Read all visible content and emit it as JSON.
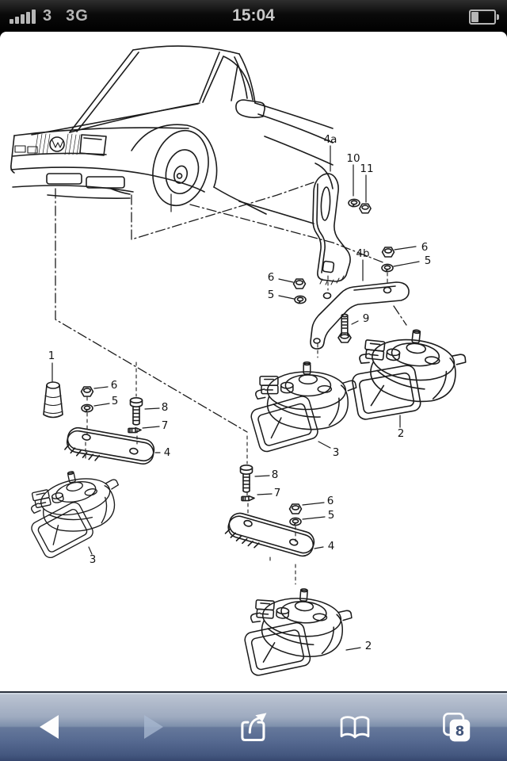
{
  "status_bar": {
    "carrier": "3",
    "network": "3G",
    "time": "15:04",
    "signal_icon": "signal-strength-5-bars",
    "battery_icon": "battery-partial"
  },
  "content": {
    "kind": "exploded-parts-diagram",
    "subject": "car front view with horn and mounting hardware",
    "colors": {
      "line": "#1c1c1c",
      "paper": "#ffffff"
    },
    "callouts": [
      {
        "label": "1",
        "part": "rubber-cone"
      },
      {
        "label": "2",
        "part": "horn-right"
      },
      {
        "label": "2",
        "part": "horn-bottom"
      },
      {
        "label": "3",
        "part": "horn-middle"
      },
      {
        "label": "3",
        "part": "horn-bottom-left"
      },
      {
        "label": "4",
        "part": "mounting-plate-left"
      },
      {
        "label": "4",
        "part": "mounting-plate-middle"
      },
      {
        "label": "4a",
        "part": "mounting-bracket"
      },
      {
        "label": "4b",
        "part": "mounting-strap"
      },
      {
        "label": "5",
        "part": "washer-upper-right"
      },
      {
        "label": "5",
        "part": "washer-mid-left"
      },
      {
        "label": "5",
        "part": "washer-left-group"
      },
      {
        "label": "5",
        "part": "washer-middle-group"
      },
      {
        "label": "6",
        "part": "nut-upper-right"
      },
      {
        "label": "6",
        "part": "nut-mid-left"
      },
      {
        "label": "6",
        "part": "nut-left-group"
      },
      {
        "label": "6",
        "part": "nut-middle-group"
      },
      {
        "label": "7",
        "part": "screw-left-group"
      },
      {
        "label": "7",
        "part": "screw-middle-group"
      },
      {
        "label": "8",
        "part": "bolt-left-group"
      },
      {
        "label": "8",
        "part": "bolt-middle-group"
      },
      {
        "label": "9",
        "part": "bolt-bracket"
      },
      {
        "label": "10",
        "part": "washer-bracket"
      },
      {
        "label": "11",
        "part": "nut-bracket"
      }
    ]
  },
  "toolbar": {
    "back_icon": "back-arrow",
    "forward_icon": "forward-arrow",
    "share_icon": "share-action",
    "bookmarks_icon": "bookmarks-book",
    "pages_icon": "tab-pages",
    "tabs_count": "8",
    "accent": "#66789b"
  }
}
